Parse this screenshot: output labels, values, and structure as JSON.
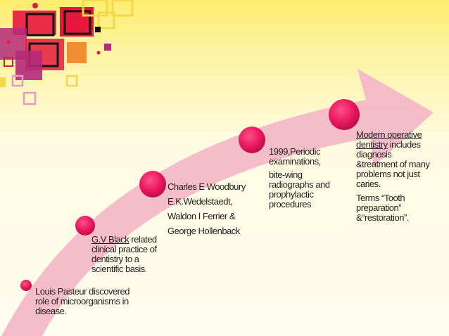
{
  "milestones": [
    {
      "name": "pasteur",
      "lines": [
        "Louis Pasteur discovered",
        "role of microorganisms in",
        "disease."
      ]
    },
    {
      "name": "black",
      "underlined": "G.V Black",
      "first_line_rest": " related",
      "lines": [
        "clinical practice of",
        "dentistry to a",
        "scientific basis"
      ],
      "trailing": "."
    },
    {
      "name": "woodbury",
      "lines": [
        "Charles E Woodbury",
        "E.K.Wedelstaedt,",
        "Waldon I Ferrier &",
        "George Hollenback"
      ]
    },
    {
      "name": "1999",
      "lines": [
        "1999,Periodic",
        "examinations,"
      ],
      "lines2": [
        "bite-wing",
        "radiographs and",
        "prophylactic",
        "procedures"
      ]
    },
    {
      "name": "modern",
      "underlined": "Modern operative",
      "underlined2": "dentistry",
      "second_line_rest": " includes",
      "lines": [
        "diagnosis",
        "&treatment of many",
        "problems not just",
        "caries."
      ],
      "lines2": [
        "Terms “Tooth",
        "preparation”",
        "&“restoration”."
      ]
    }
  ],
  "colors": {
    "arrow": "#f4b8c8",
    "dot": "#e8175d",
    "decor_red": "#e8173f",
    "decor_magenta": "#b5297a",
    "decor_yellow": "#f5d84a"
  }
}
